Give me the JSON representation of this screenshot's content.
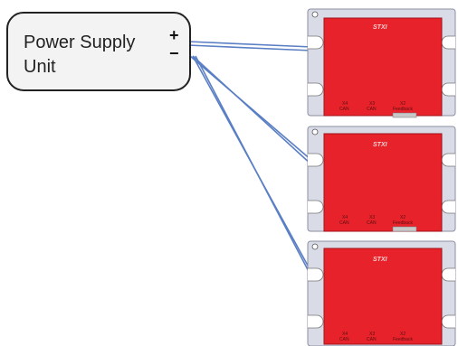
{
  "psu": {
    "label_line1": "Power Supply",
    "label_line2": "Unit",
    "plus": "+",
    "minus": "−"
  },
  "controllers": [
    {
      "brand": "STXI",
      "connectors": [
        {
          "id": "X4",
          "name": "CAN"
        },
        {
          "id": "X3",
          "name": "CAN"
        },
        {
          "id": "X2",
          "name": "Feedback"
        }
      ]
    },
    {
      "brand": "STXI",
      "connectors": [
        {
          "id": "X4",
          "name": "CAN"
        },
        {
          "id": "X3",
          "name": "CAN"
        },
        {
          "id": "X2",
          "name": "Feedback"
        }
      ]
    },
    {
      "brand": "STXI",
      "connectors": [
        {
          "id": "X4",
          "name": "CAN"
        },
        {
          "id": "X3",
          "name": "CAN"
        },
        {
          "id": "X2",
          "name": "Feedback"
        }
      ]
    }
  ],
  "colors": {
    "board_red": "#e8222a",
    "plate_grey": "#d9dbe6",
    "wire_blue": "#5b7fc4",
    "box_border": "#222222"
  }
}
